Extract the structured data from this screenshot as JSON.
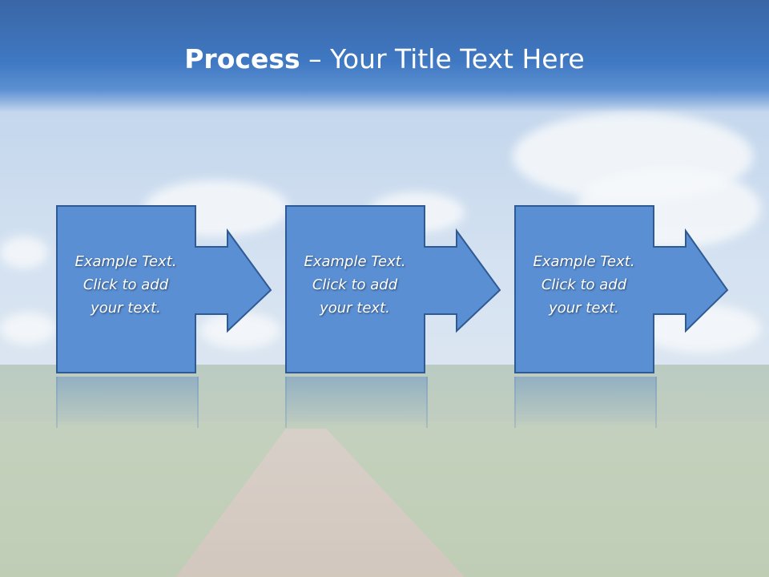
{
  "slide": {
    "title_bold": "Process",
    "title_rest": " – Your Title Text Here"
  },
  "steps": [
    {
      "line1": "Example Text.",
      "line2": "Click  to add",
      "line3": "your text."
    },
    {
      "line1": "Example Text.",
      "line2": "Click  to add",
      "line3": "your text."
    },
    {
      "line1": "Example Text.",
      "line2": "Click  to add",
      "line3": "your text."
    }
  ],
  "colors": {
    "title_band": "#3f78c2",
    "box_fill": "#5a8fd4",
    "box_border": "#2f5a93",
    "text": "#ffffff"
  }
}
